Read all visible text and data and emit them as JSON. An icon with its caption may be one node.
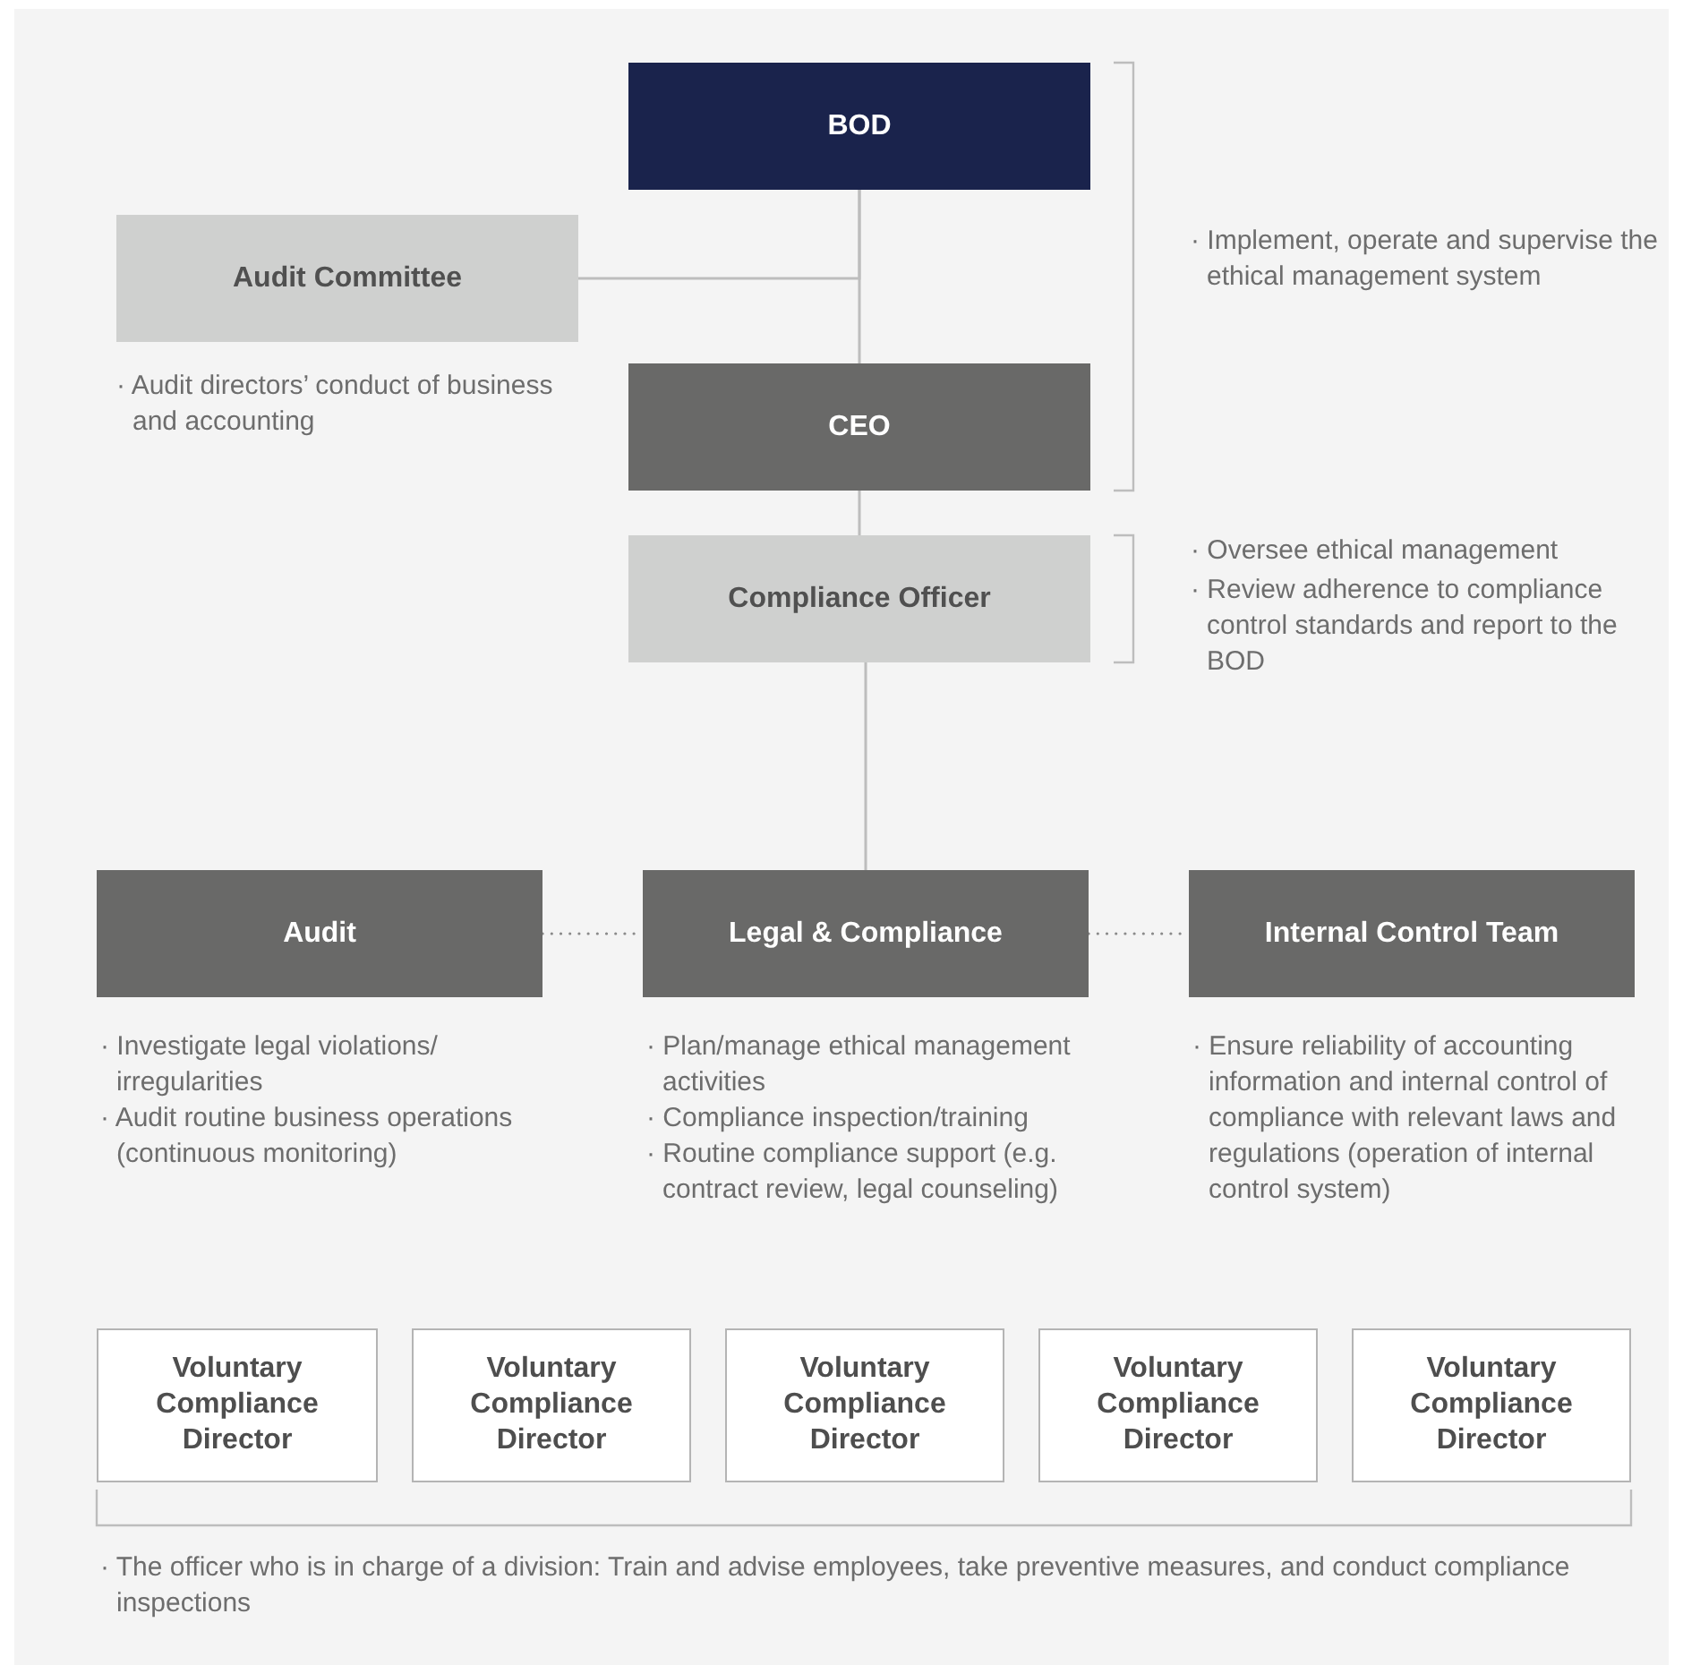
{
  "diagram": {
    "nodes": [
      {
        "text": [
          "BOD"
        ]
      },
      {
        "text": [
          "Audit Committee"
        ],
        "beside": [
          "· Audit directors’ conduct of business and accounting"
        ]
      },
      {
        "text": [
          "CEO"
        ]
      },
      {
        "text": [
          "Compliance Officer"
        ]
      },
      {
        "text": [
          "Audit"
        ],
        "beside": [
          "· Investigate legal violations/ irregularities",
          "· Audit routine business operations (continuous monitoring)"
        ]
      },
      {
        "text": [
          "Legal & Compliance"
        ],
        "beside": [
          "· Plan/manage ethical management activities",
          "· Compliance inspection/training",
          "· Routine compliance support (e.g. contract review, legal counseling)"
        ]
      },
      {
        "text": [
          "Internal Control Team"
        ],
        "beside": [
          "· Ensure reliability of accounting information and internal control of compliance with relevant laws and regulations (operation of internal control system)"
        ]
      },
      {
        "text": [
          "Voluntary Compliance Director"
        ]
      },
      {
        "text": [
          "Voluntary Compliance Director"
        ]
      },
      {
        "text": [
          "Voluntary Compliance Director"
        ]
      },
      {
        "text": [
          "Voluntary Compliance Director"
        ]
      },
      {
        "text": [
          "Voluntary Compliance Director"
        ]
      }
    ],
    "edges": [
      {
        "from": 0,
        "to": 2,
        "arrow": "none"
      },
      {
        "from": 0,
        "to": 1,
        "arrow": "none"
      },
      {
        "from": 2,
        "to": 3,
        "arrow": "none"
      },
      {
        "from": 3,
        "to": 5,
        "arrow": "none"
      },
      {
        "from": 4,
        "to": 5,
        "arrow": "none",
        "style": "dashed"
      },
      {
        "from": 5,
        "to": 6,
        "arrow": "none",
        "style": "dashed"
      }
    ],
    "labels": [
      "· Implement, operate and supervise the ethical management system",
      "· Oversee ethical management",
      "· Review adherence to compliance control standards and report to the BOD",
      "· The officer who is in charge of a division: Train and advise employees, take preventive measures, and conduct compliance inspections"
    ]
  }
}
